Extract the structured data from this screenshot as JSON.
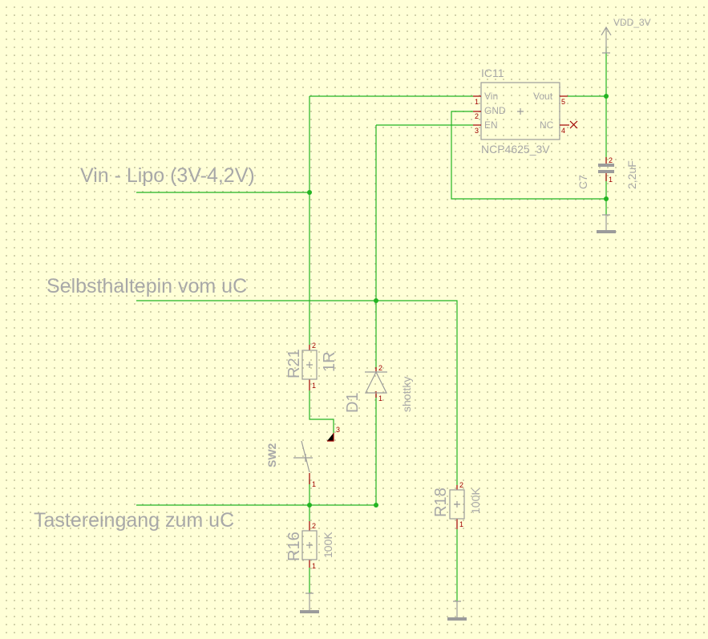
{
  "net_labels": {
    "vin": "Vin - Lipo (3V-4,2V)",
    "hold": "Selbsthaltepin vom uC",
    "button": "Tastereingang zum uC",
    "vdd": "VDD_3V"
  },
  "ic11": {
    "ref": "IC11",
    "value": "NCP4625_3V",
    "pins": {
      "vin": "Vin",
      "gnd": "GND",
      "en": "EN",
      "vout": "Vout",
      "nc": "NC"
    },
    "pin_numbers": {
      "vin": "1",
      "gnd": "2",
      "en": "3",
      "vout": "5",
      "nc": "4"
    }
  },
  "c7": {
    "ref": "C7",
    "value": "2,2uF",
    "pin_top": "2",
    "pin_bottom": "1"
  },
  "r21": {
    "ref": "R21",
    "value": "1R",
    "pin_top": "2",
    "pin_bottom": "1"
  },
  "d1": {
    "ref": "D1",
    "value": "shottky",
    "pin_top": "2",
    "pin_bottom": "1"
  },
  "sw2": {
    "ref": "SW2",
    "pin_top": "3",
    "pin_bottom": "1"
  },
  "r16": {
    "ref": "R16",
    "value": "100K",
    "pin_top": "2",
    "pin_bottom": "1"
  },
  "r18": {
    "ref": "R18",
    "value": "100K",
    "pin_top": "2",
    "pin_bottom": "1"
  }
}
